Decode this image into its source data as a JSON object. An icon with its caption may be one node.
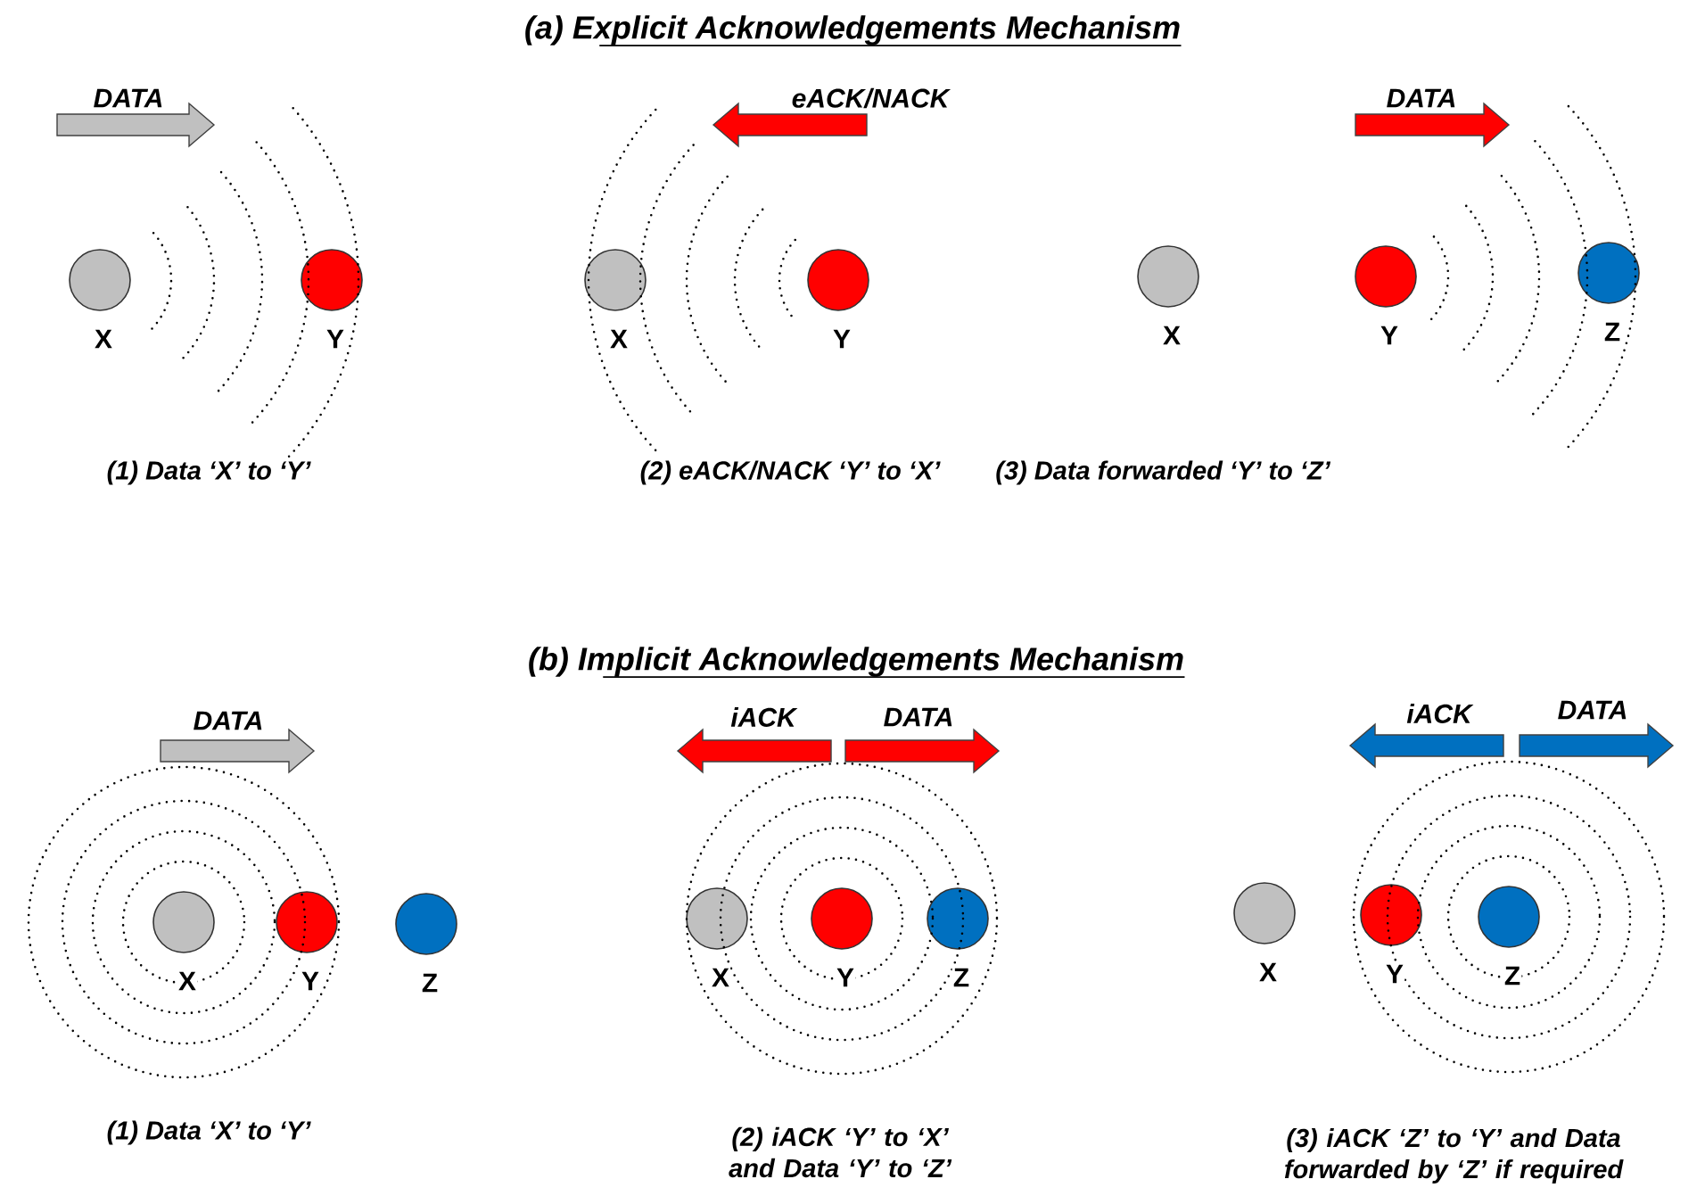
{
  "diagram": {
    "nodes": [
      {
        "text": [],
        "shape": "circle",
        "beside": [
          "X"
        ]
      },
      {
        "text": [],
        "shape": "circle",
        "beside": [
          "Y"
        ]
      },
      {
        "text": [],
        "shape": "circle",
        "beside": [
          "X"
        ]
      },
      {
        "text": [],
        "shape": "circle",
        "beside": [
          "Y"
        ]
      },
      {
        "text": [],
        "shape": "circle",
        "beside": [
          "X"
        ]
      },
      {
        "text": [],
        "shape": "circle",
        "beside": [
          "Y"
        ]
      },
      {
        "text": [],
        "shape": "circle",
        "beside": [
          "Z"
        ]
      },
      {
        "text": [],
        "shape": "circle",
        "beside": [
          "X"
        ]
      },
      {
        "text": [],
        "shape": "circle",
        "beside": [
          "Y"
        ]
      },
      {
        "text": [],
        "shape": "circle",
        "beside": [
          "Z"
        ]
      },
      {
        "text": [],
        "shape": "circle",
        "beside": [
          "X"
        ]
      },
      {
        "text": [],
        "shape": "circle",
        "beside": [
          "Y"
        ]
      },
      {
        "text": [],
        "shape": "circle",
        "beside": [
          "Z"
        ]
      },
      {
        "text": [],
        "shape": "circle",
        "beside": [
          "X"
        ]
      },
      {
        "text": [],
        "shape": "circle",
        "beside": [
          "Y"
        ]
      },
      {
        "text": [],
        "shape": "circle",
        "beside": [
          "Z"
        ]
      }
    ],
    "labels": [
      "(a) Explicit Acknowledgements Mechanism",
      "DATA",
      "eACK/NACK",
      "DATA",
      "(1) Data ‘X’ to ‘Y’",
      "(2) eACK/NACK ‘Y’ to ‘X’",
      "(3) Data forwarded ‘Y’ to ‘Z’",
      "(b) Implicit Acknowledgements Mechanism",
      "DATA",
      "iACK",
      "DATA",
      "iACK",
      "DATA",
      "(1) Data ‘X’ to ‘Y’",
      "(2) iACK ‘Y’ to ‘X’ and Data ‘Y’ to ‘Z’",
      "(3) iACK ‘Z’ to ‘Y’ and Data forwarded by ‘Z’ if required"
    ]
  }
}
